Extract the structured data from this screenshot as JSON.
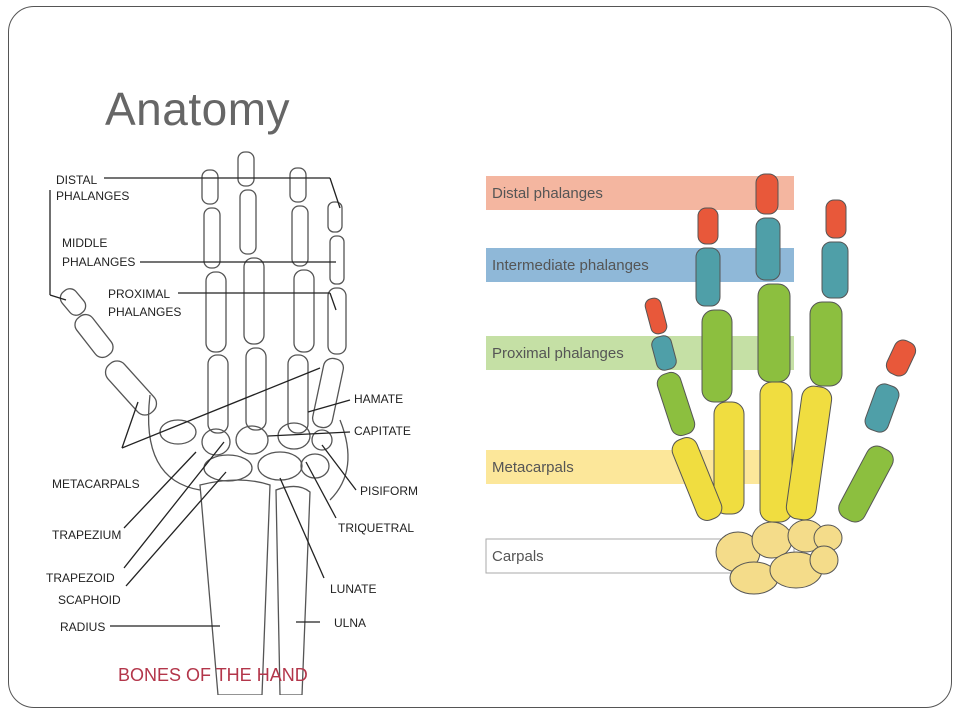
{
  "slide": {
    "title": "Anatomy"
  },
  "left_diagram": {
    "caption": "BONES OF THE HAND",
    "labels": {
      "distal_1": "DISTAL",
      "distal_2": "PHALANGES",
      "middle_1": "MIDDLE",
      "middle_2": "PHALANGES",
      "proximal_1": "PROXIMAL",
      "proximal_2": "PHALANGES",
      "metacarpals": "METACARPALS",
      "trapezium": "TRAPEZIUM",
      "trapezoid": "TRAPEZOID",
      "scaphoid": "SCAPHOID",
      "radius": "RADIUS",
      "hamate": "HAMATE",
      "capitate": "CAPITATE",
      "pisiform": "PISIFORM",
      "triquetral": "TRIQUETRAL",
      "lunate": "LUNATE",
      "ulna": "ULNA"
    }
  },
  "right_diagram": {
    "bands": [
      {
        "label": "Distal phalanges",
        "color": "#f4b6a0"
      },
      {
        "label": "Intermediate phalanges",
        "color": "#8fb8d8"
      },
      {
        "label": "Proximal phalanges",
        "color": "#c5e0a5"
      },
      {
        "label": "Metacarpals",
        "color": "#fce79a"
      },
      {
        "label": "Carpals",
        "color": "#ffffff"
      }
    ],
    "bone_colors": {
      "distal": "#e8583a",
      "intermediate": "#4f9fa8",
      "proximal": "#8cbf3f",
      "metacarpal": "#f0dd40",
      "carpal": "#f4dc8a"
    }
  }
}
